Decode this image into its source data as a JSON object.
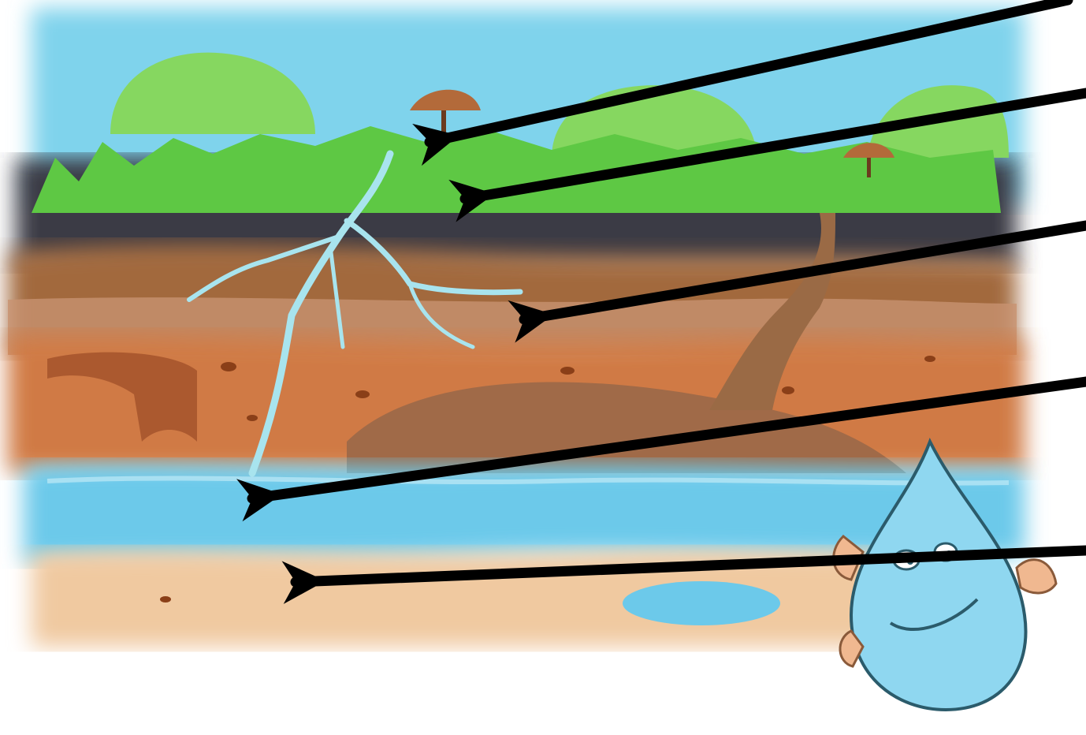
{
  "diagram": {
    "kind": "soil-layers-cross-section",
    "labels": [],
    "pointers": 5,
    "regions": [
      "grass-surface",
      "topsoil",
      "subsoil",
      "weathered-rock",
      "groundwater",
      "bedrock"
    ],
    "character": "water-drop",
    "colors": {
      "sky": "#7fd3ec",
      "grass": "#7fd35a",
      "topsoil": "#3b3b45",
      "subsoil": "#a2693e",
      "weathered_rock": "#d07a45",
      "groundwater": "#6cc9ea",
      "bedrock": "#f0c9a0",
      "arrow": "#000000"
    }
  }
}
